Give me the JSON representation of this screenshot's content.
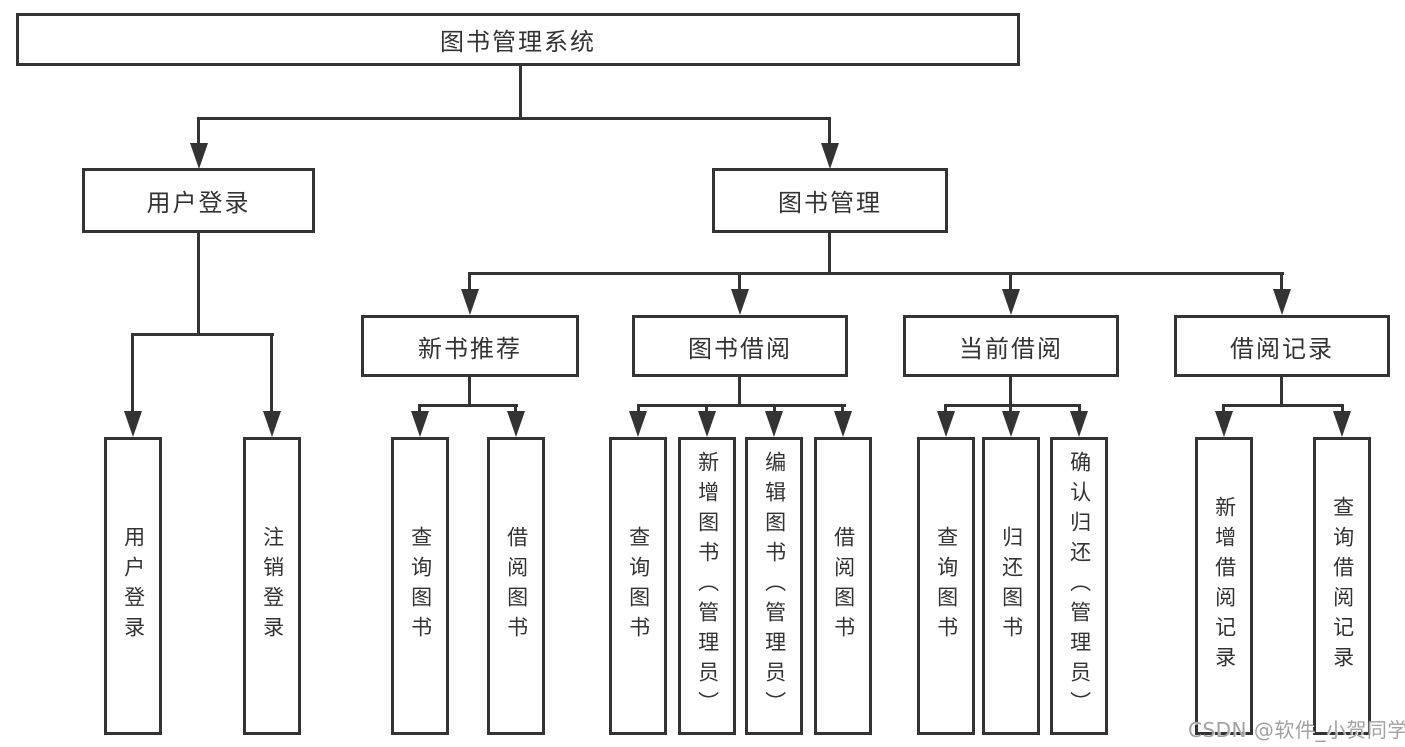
{
  "colors": {
    "line": "#333333",
    "text": "#333333",
    "background": "#ffffff",
    "watermark": "#a2a2a2"
  },
  "root_label": "图书管理系统",
  "level2": {
    "user_login": "用户登录",
    "book_management": "图书管理"
  },
  "level3": {
    "new_book_recommendation": "新书推荐",
    "book_borrowing": "图书借阅",
    "current_borrowing": "当前借阅",
    "borrowing_records": "借阅记录"
  },
  "leaves": {
    "user_login": [
      "用户登录",
      "注销登录"
    ],
    "new_book_recommendation": [
      "查询图书",
      "借阅图书"
    ],
    "book_borrowing": [
      "查询图书",
      "新增图书（管理员）",
      "编辑图书（管理员）",
      "借阅图书"
    ],
    "current_borrowing": [
      "查询图书",
      "归还图书",
      "确认归还（管理员）"
    ],
    "borrowing_records": [
      "新增借阅记录",
      "查询借阅记录"
    ]
  },
  "watermark": "CSDN @软件_小贺同学"
}
